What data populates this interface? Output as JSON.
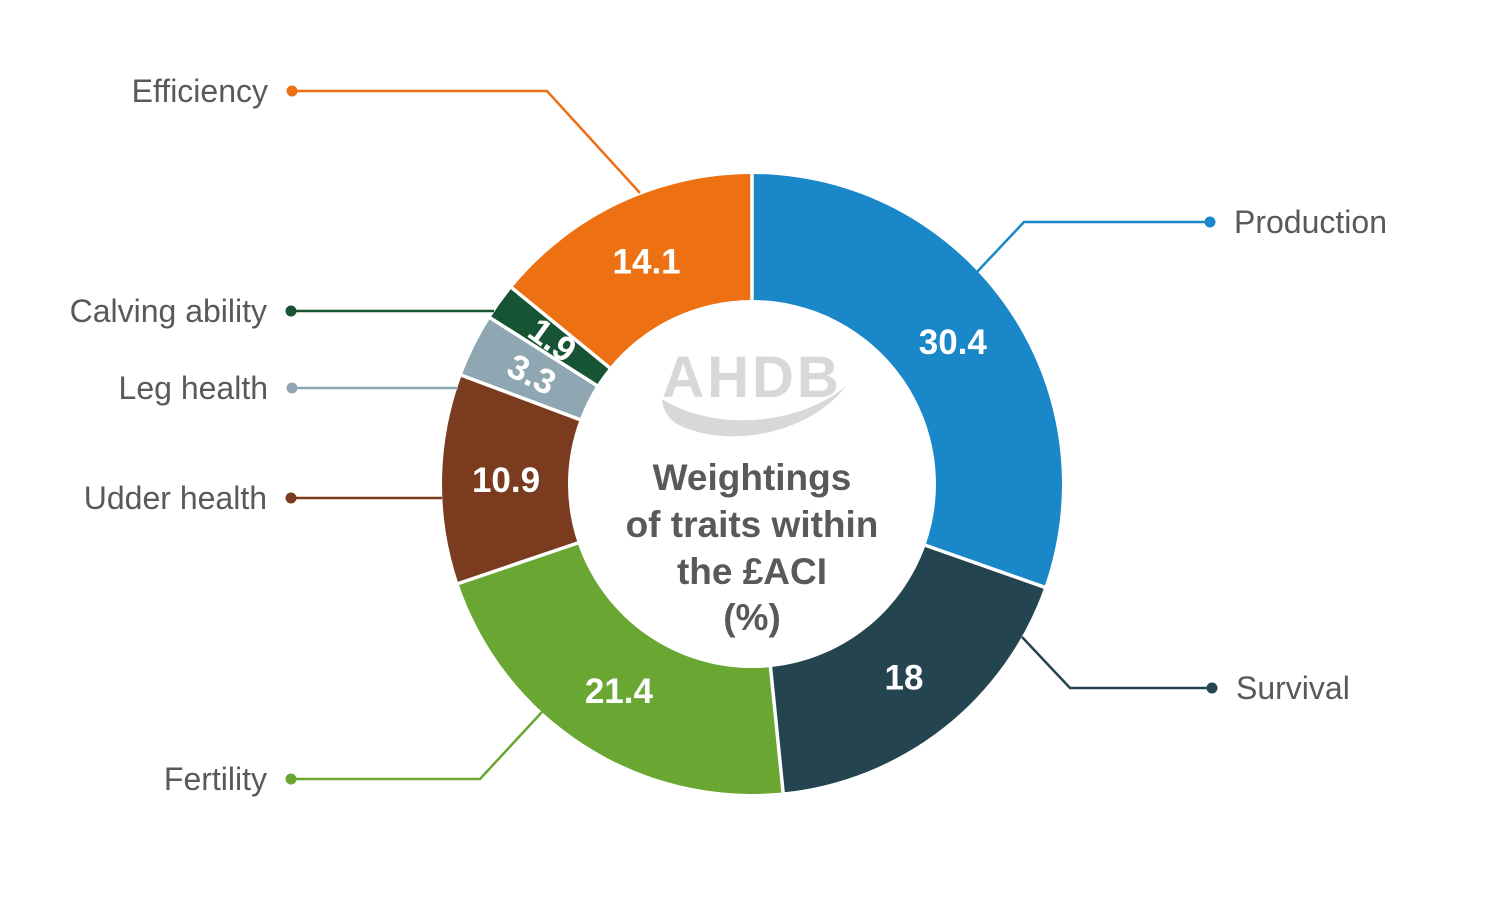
{
  "page": {
    "background": "#ffffff"
  },
  "watermark": {
    "text": "AHDB",
    "color": "#d7d8d9"
  },
  "center_title": {
    "lines": [
      "Weightings",
      "of traits within",
      "the £ACI",
      "(%)"
    ],
    "color": "#58595b"
  },
  "chart_data": {
    "type": "pie",
    "subtype": "donut",
    "title": "Weightings of traits within the £ACI (%)",
    "unit": "%",
    "total": 100,
    "start_angle_deg": 0,
    "direction": "clockwise",
    "legend_position": "callout-labels",
    "value_label_color": "#ffffff",
    "label_color": "#58595b",
    "divider_color": "#ffffff",
    "segments": [
      {
        "label": "Production",
        "value": 30.4,
        "color": "#1a87c8"
      },
      {
        "label": "Survival",
        "value": 18,
        "color": "#24454f"
      },
      {
        "label": "Fertility",
        "value": 21.4,
        "color": "#69a632"
      },
      {
        "label": "Udder health",
        "value": 10.9,
        "color": "#7a3b1e"
      },
      {
        "label": "Leg health",
        "value": 3.3,
        "color": "#8ea7b2"
      },
      {
        "label": "Calving ability",
        "value": 1.9,
        "color": "#175433"
      },
      {
        "label": "Efficiency",
        "value": 14.1,
        "color": "#ed7013"
      }
    ]
  }
}
